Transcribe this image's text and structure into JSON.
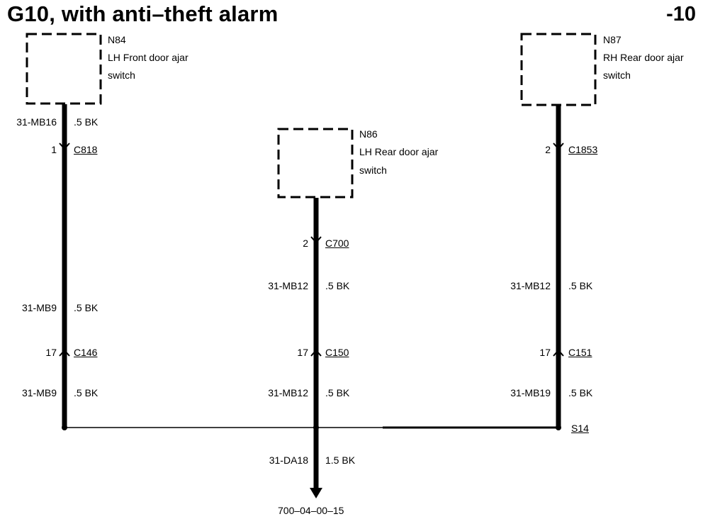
{
  "title": "G10, with anti–theft alarm",
  "page_number": "-10",
  "components": {
    "n84": {
      "ref": "N84",
      "line1": "LH Front door ajar",
      "line2": "switch"
    },
    "n86": {
      "ref": "N86",
      "line1": "LH Rear door ajar",
      "line2": "switch"
    },
    "n87": {
      "ref": "N87",
      "line1": "RH Rear door ajar",
      "line2": "switch"
    }
  },
  "left_branch": {
    "wire1_id": "31-MB16",
    "wire1_spec": ".5 BK",
    "connector1_pin": "1",
    "connector1": "C818",
    "wire2_id": "31-MB9",
    "wire2_spec": ".5 BK",
    "connector2_pin": "17",
    "connector2": "C146",
    "wire3_id": "31-MB9",
    "wire3_spec": ".5 BK"
  },
  "middle_branch": {
    "connector1_pin": "2",
    "connector1": "C700",
    "wire1_id": "31-MB12",
    "wire1_spec": ".5 BK",
    "connector2_pin": "17",
    "connector2": "C150",
    "wire2_id": "31-MB12",
    "wire2_spec": ".5 BK",
    "ground_wire_id": "31-DA18",
    "ground_wire_spec": "1.5 BK",
    "reference": "700–04–00–15"
  },
  "right_branch": {
    "connector1_pin": "2",
    "connector1": "C1853",
    "wire1_id": "31-MB12",
    "wire1_spec": ".5 BK",
    "connector2_pin": "17",
    "connector2": "C151",
    "wire2_id": "31-MB19",
    "wire2_spec": ".5 BK",
    "splice": "S14"
  }
}
